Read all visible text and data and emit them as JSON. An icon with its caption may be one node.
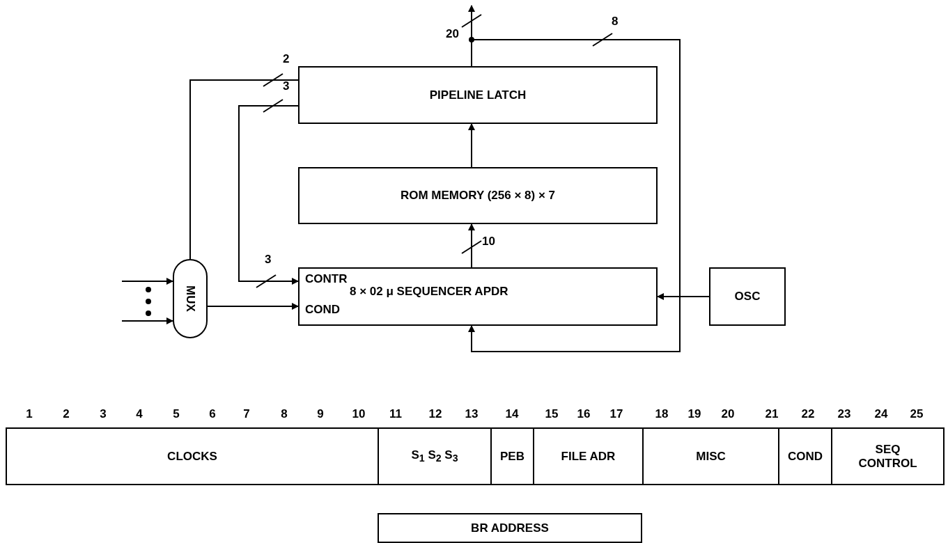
{
  "diagram": {
    "nodes": [
      {
        "text": [
          "PIPELINE LATCH"
        ]
      },
      {
        "text": [
          "ROM MEMORY (256 × 8) × 7"
        ]
      },
      {
        "text": [
          "CONTR",
          "8 × 02 μ SEQUENCER APDR",
          "COND"
        ]
      },
      {
        "text": [
          "MUX"
        ]
      },
      {
        "text": [
          "OSC"
        ]
      },
      {
        "text": [
          "CLOCKS"
        ]
      },
      {
        "text": [
          "S$_{1}$ S$_{2}$ S$_{3}$"
        ]
      },
      {
        "text": [
          "PEB"
        ]
      },
      {
        "text": [
          "FILE ADR"
        ]
      },
      {
        "text": [
          "MISC"
        ]
      },
      {
        "text": [
          "COND"
        ]
      },
      {
        "text": [
          "SEQ CONTROL"
        ]
      },
      {
        "text": [
          "BR ADDRESS"
        ]
      }
    ],
    "edges": [
      {
        "from": 0,
        "to": 3,
        "arrow": "none",
        "label": "2"
      },
      {
        "from": 0,
        "to": 2,
        "arrow": "to",
        "label": "3"
      },
      {
        "from": 0,
        "to": null,
        "arrow": "to",
        "label": "20"
      },
      {
        "from": 0,
        "to": 2,
        "arrow": "to",
        "label": "8"
      },
      {
        "from": 1,
        "to": 0,
        "arrow": "to"
      },
      {
        "from": 2,
        "to": 1,
        "arrow": "to",
        "label": "10"
      },
      {
        "from": null,
        "to": 3,
        "arrow": "to"
      },
      {
        "from": null,
        "to": 3,
        "arrow": "to"
      },
      {
        "from": 3,
        "to": 2,
        "arrow": "to"
      },
      {
        "from": 4,
        "to": 2,
        "arrow": "to"
      }
    ],
    "labels": [
      "3",
      "1",
      "2",
      "3",
      "4",
      "5",
      "6",
      "7",
      "8",
      "9",
      "10",
      "11",
      "12",
      "13",
      "14",
      "15",
      "16",
      "17",
      "18",
      "19",
      "20",
      "21",
      "22",
      "23",
      "24",
      "25"
    ]
  }
}
